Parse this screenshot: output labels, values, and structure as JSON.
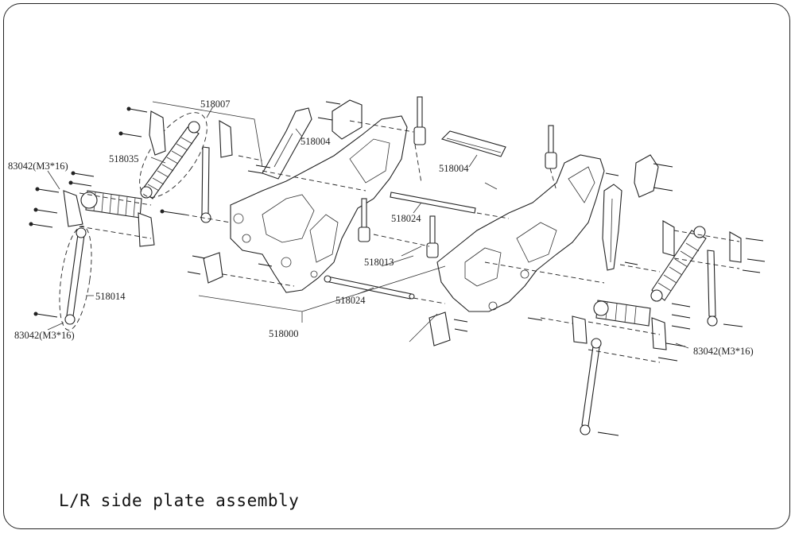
{
  "caption": "L/R side plate assembly",
  "labels": {
    "p518007": "518007",
    "p518035": "518035",
    "p83042_a": "83042(M3*16)",
    "p518004_a": "518004",
    "p518004_b": "518004",
    "p518024_a": "518024",
    "p518013": "518013",
    "p518024_b": "518024",
    "p518014": "518014",
    "p83042_b": "83042(M3*16)",
    "p518000": "518000",
    "p83042_c": "83042(M3*16)"
  }
}
